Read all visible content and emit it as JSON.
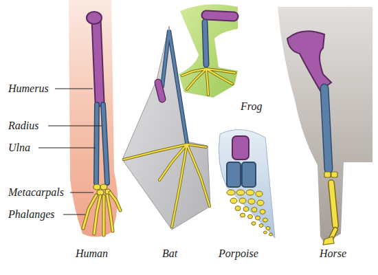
{
  "diagram": {
    "labels": [
      "Humerus",
      "Radius",
      "Ulna",
      "Metacarpals",
      "Phalanges",
      "Human",
      "Bat",
      "Frog",
      "Porpoise",
      "Horse"
    ]
  }
}
